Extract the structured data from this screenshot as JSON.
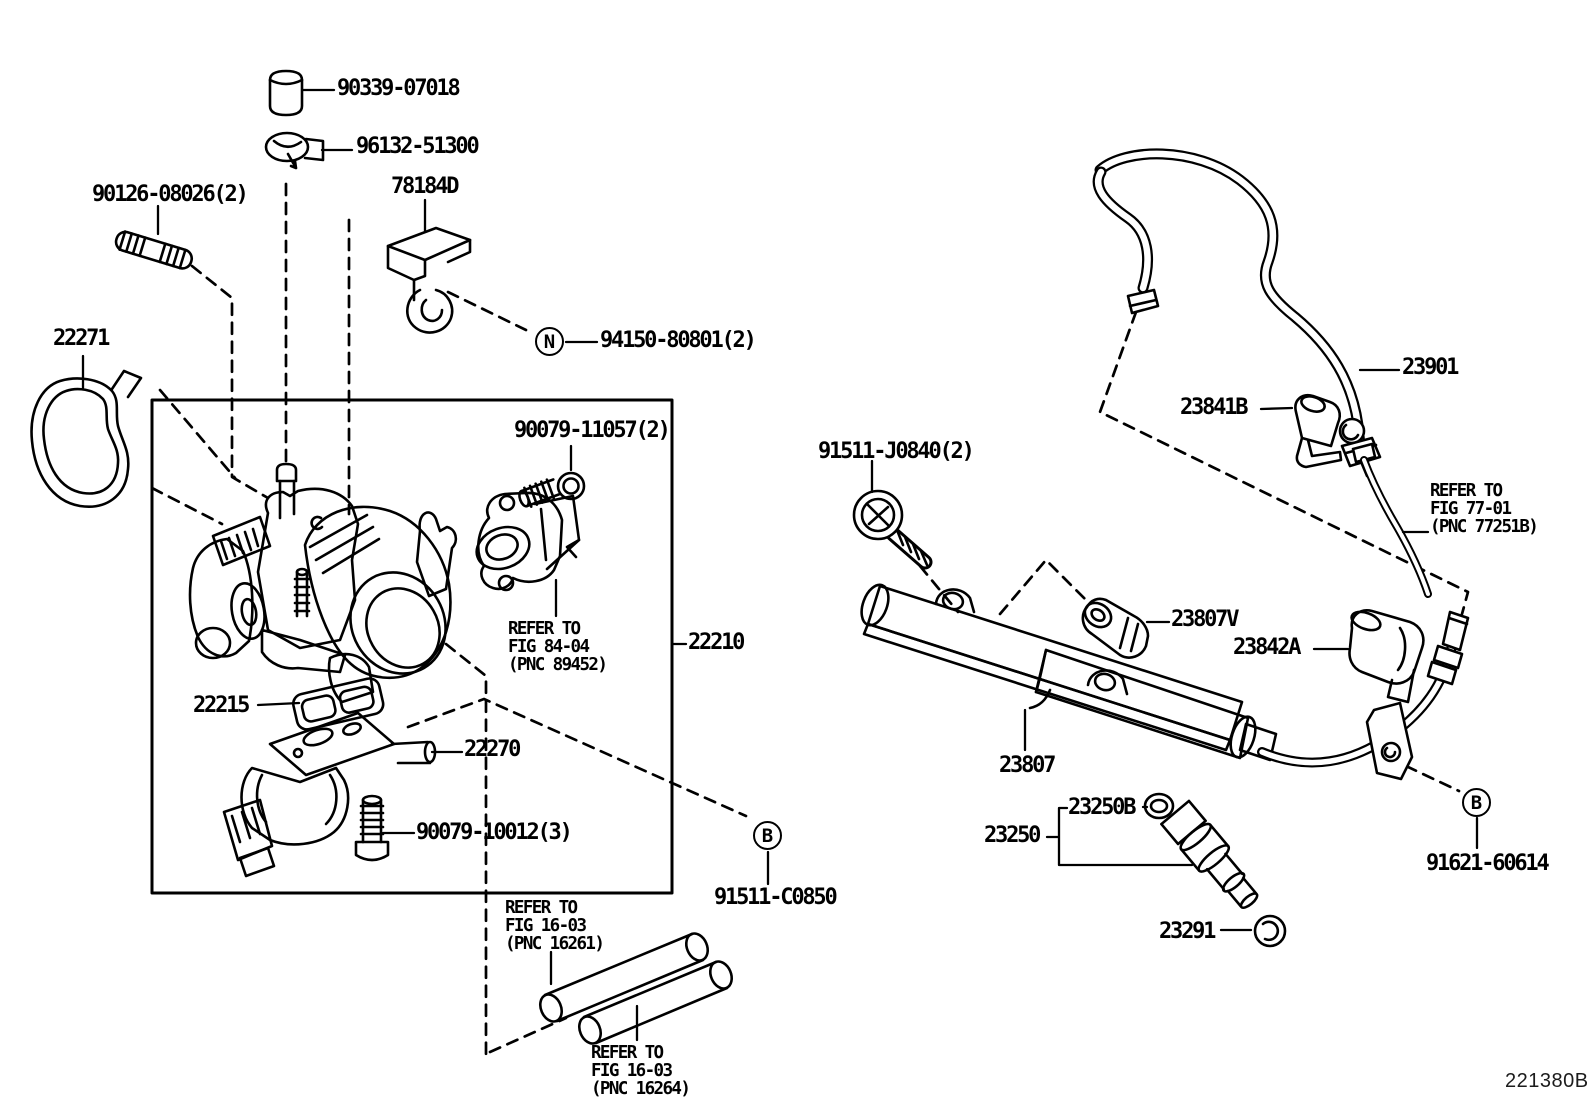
{
  "figure": {
    "footer_code": "221380B",
    "colors": {
      "ink": "#000000",
      "background": "#ffffff"
    }
  },
  "parts": {
    "p90339": "90339-07018",
    "p96132": "96132-51300",
    "p90126": "90126-08026(2)",
    "p78184d": "78184D",
    "p22271": "22271",
    "p94150": "94150-80801(2)",
    "p90079_11057": "90079-11057(2)",
    "p22210": "22210",
    "p22215": "22215",
    "p22270": "22270",
    "p90079_10012": "90079-10012(3)",
    "p91511_c0850": "91511-C0850",
    "p23901": "23901",
    "p23841b": "23841B",
    "p91511_j0840": "91511-J0840(2)",
    "p23807v": "23807V",
    "p23842a": "23842A",
    "p23807": "23807",
    "p23250b": "23250B",
    "p23250": "23250",
    "p23291": "23291",
    "p91621": "91621-60614"
  },
  "references": {
    "fig_84_04": "REFER TO\nFIG 84-04\n(PNC 89452)",
    "fig_16_03_a": "REFER TO\nFIG 16-03\n(PNC 16261)",
    "fig_16_03_b": "REFER TO\nFIG 16-03\n(PNC 16264)",
    "fig_77_01": "REFER TO\nFIG 77-01\n(PNC 77251B)"
  },
  "callouts": {
    "nut": "N",
    "b_left": "B",
    "b_right": "B"
  }
}
